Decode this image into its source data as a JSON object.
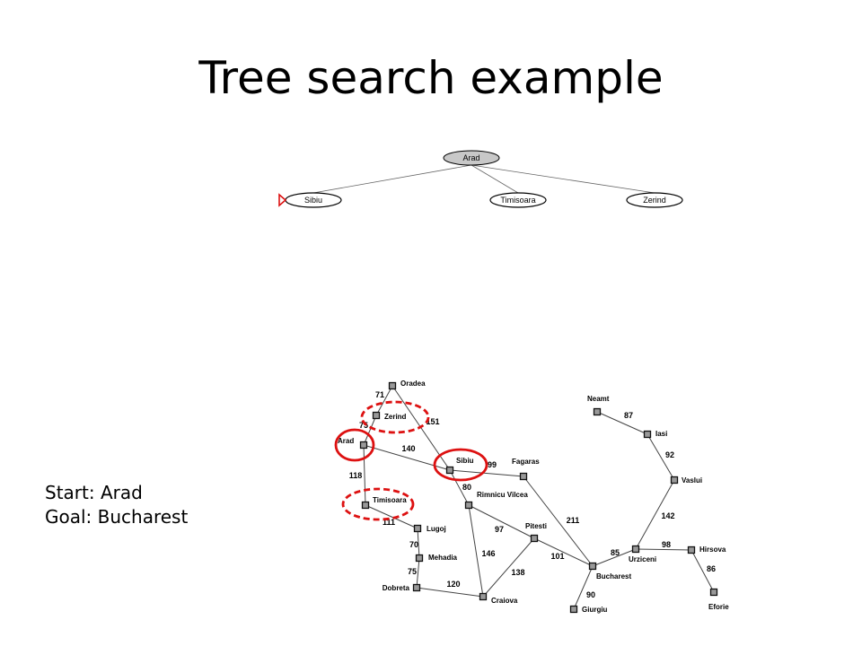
{
  "slide": {
    "title": "Tree search example",
    "start_label": "Start: Arad",
    "goal_label": "Goal: Bucharest"
  },
  "colors": {
    "root_fill": "#c8c8c8",
    "highlight": "#dd1111",
    "edge": "#666666",
    "map_edge": "#444444",
    "city_box": "#999999"
  },
  "tree": {
    "root": "Arad",
    "children": [
      "Sibiu",
      "Timisoara",
      "Zerind"
    ],
    "selected_child": "Sibiu",
    "pointer_icon": "triangle-pointer-icon"
  },
  "map": {
    "cities": [
      "Oradea",
      "Zerind",
      "Arad",
      "Timisoara",
      "Lugoj",
      "Mehadia",
      "Dobreta",
      "Craiova",
      "Sibiu",
      "Rimnicu Vilcea",
      "Fagaras",
      "Pitesti",
      "Bucharest",
      "Giurgiu",
      "Urziceni",
      "Hirsova",
      "Eforie",
      "Vaslui",
      "Iasi",
      "Neamt"
    ],
    "roads": [
      {
        "from": "Oradea",
        "to": "Zerind",
        "distance": "71"
      },
      {
        "from": "Zerind",
        "to": "Arad",
        "distance": "75"
      },
      {
        "from": "Oradea",
        "to": "Sibiu",
        "distance": "151"
      },
      {
        "from": "Arad",
        "to": "Sibiu",
        "distance": "140"
      },
      {
        "from": "Arad",
        "to": "Timisoara",
        "distance": "118"
      },
      {
        "from": "Timisoara",
        "to": "Lugoj",
        "distance": "111"
      },
      {
        "from": "Lugoj",
        "to": "Mehadia",
        "distance": "70"
      },
      {
        "from": "Mehadia",
        "to": "Dobreta",
        "distance": "75"
      },
      {
        "from": "Dobreta",
        "to": "Craiova",
        "distance": "120"
      },
      {
        "from": "Sibiu",
        "to": "Fagaras",
        "distance": "99"
      },
      {
        "from": "Sibiu",
        "to": "Rimnicu Vilcea",
        "distance": "80"
      },
      {
        "from": "Rimnicu Vilcea",
        "to": "Pitesti",
        "distance": "97"
      },
      {
        "from": "Rimnicu Vilcea",
        "to": "Craiova",
        "distance": "146"
      },
      {
        "from": "Craiova",
        "to": "Pitesti",
        "distance": "138"
      },
      {
        "from": "Fagaras",
        "to": "Bucharest",
        "distance": "211"
      },
      {
        "from": "Pitesti",
        "to": "Bucharest",
        "distance": "101"
      },
      {
        "from": "Bucharest",
        "to": "Giurgiu",
        "distance": "90"
      },
      {
        "from": "Bucharest",
        "to": "Urziceni",
        "distance": "85"
      },
      {
        "from": "Urziceni",
        "to": "Hirsova",
        "distance": "98"
      },
      {
        "from": "Hirsova",
        "to": "Eforie",
        "distance": "86"
      },
      {
        "from": "Urziceni",
        "to": "Vaslui",
        "distance": "142"
      },
      {
        "from": "Vaslui",
        "to": "Iasi",
        "distance": "92"
      },
      {
        "from": "Iasi",
        "to": "Neamt",
        "distance": "87"
      }
    ],
    "visited": [
      "Arad",
      "Sibiu"
    ],
    "frontier": [
      "Zerind",
      "Timisoara"
    ]
  }
}
